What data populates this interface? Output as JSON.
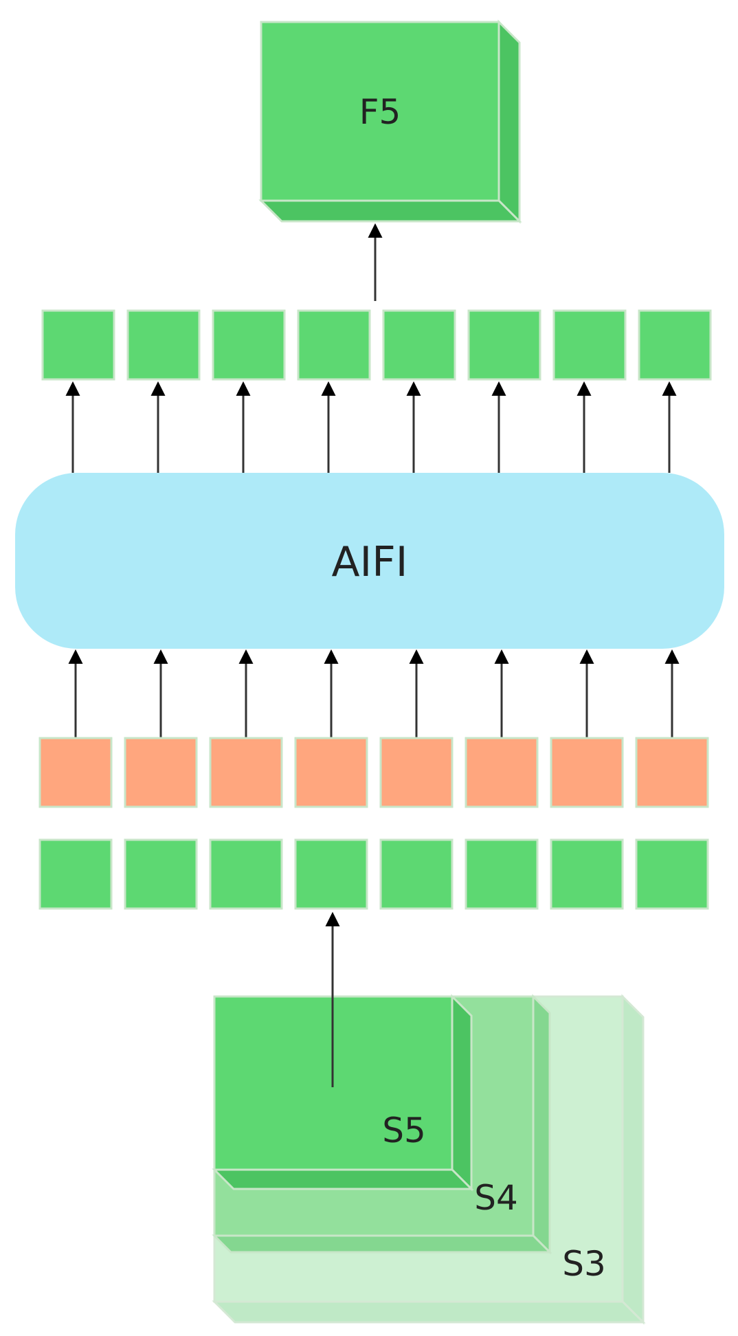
{
  "diagram": {
    "output_block": {
      "label": "F5"
    },
    "encoder": {
      "label": "AIFI"
    },
    "input_stack": {
      "s5_label": "S5",
      "s4_label": "S4",
      "s3_label": "S3"
    },
    "token_rows": {
      "output_tokens_count": 8,
      "position_embeddings_count": 8,
      "input_tokens_count": 8
    },
    "colors": {
      "token_green": "#5dd872",
      "token_border": "#c8e6c8",
      "position_salmon": "#ffa67e",
      "aifi_blue": "#aeeaf8",
      "s4_green": "#93e09c",
      "s3_green": "#cdf0d2",
      "arrow": "#333333"
    }
  }
}
